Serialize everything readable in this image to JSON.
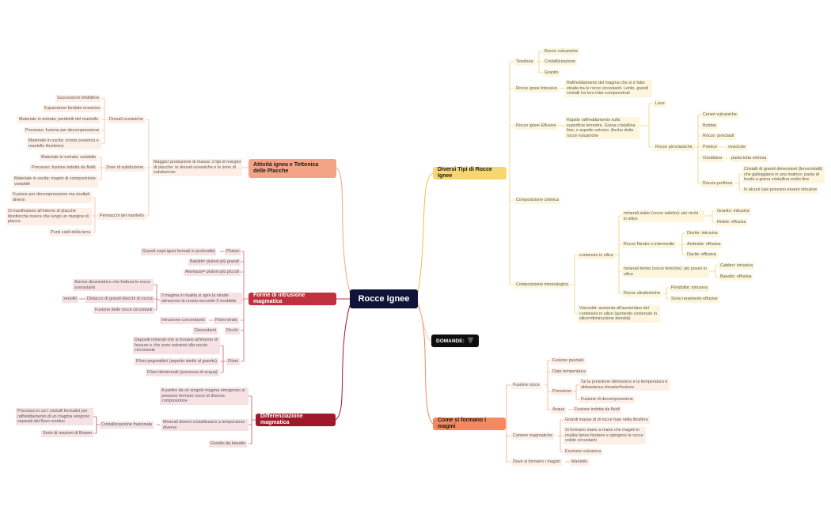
{
  "root": {
    "label": "Rocce Ignee"
  },
  "domande": {
    "label": "DOMANDE:",
    "icon": "list-icon"
  },
  "colors": {
    "root": "#0f1538",
    "yellow_main": "#f5d76e",
    "yellow_leaf": "#fdf6dc",
    "orange_main": "#f4895f",
    "orange_leaf": "#fdeee6",
    "salmon_main": "#f4a486",
    "red_main": "#c0303e",
    "red_leaf": "#f6e1e3",
    "darkred_main": "#9e1a2a",
    "yellow_line": "#e8c24a",
    "orange_line": "#f08a5d",
    "red_line": "#c0303e"
  },
  "branches": {
    "tipi": {
      "label": "Diversi Tipi di Rocce Ignee",
      "tessitura": "Tessitura",
      "rocce_vulcaniche": "Rocce vulcaniche",
      "cristallizzazione": "Cristallizzazione",
      "granito": "Granito",
      "intrusive": "Rocce ignee Intrusive",
      "intrusive_desc": "Raffreddamento del magma che si è fatto strada tra le rocce circostanti. Lento, grandi cristalli tra loro inter-compenetrati",
      "effusive": "Rocce ignee Effusive",
      "effusive_desc": "Rapido raffreddamento sulla superficie terrestre. Grana cristallina fine, o aspetto vetroso. Anche dette rocce vulcaniche",
      "lave": "Lave",
      "piroclastiche": "Rocce piroclastiche",
      "ceneri": "Ceneri vulcaniche",
      "bombe": "Bombe",
      "rocce_piroclasti": "Rocce: piroclasti",
      "pomice": "Pomice",
      "vescicole": "vescicole",
      "ossidiana": "Ossidiana",
      "pasta_vetrosa": "pasta tutta vetrosa",
      "porfirica": "Roccia porfirica",
      "porfirica_desc": "Cristalli di grandi dimensioni (fenocristalli) che galleggiano in una matrice: pasta di fondo a grana cristallina molto fine",
      "porfirica_note": "In alcuni casi possono essere intrusive",
      "chimica": "Composizione chimica",
      "mineralogica": "Composizione mineralogica",
      "contenuto_silice": "contenuto in silice",
      "sialici": "minerali sialici (rocce saliche): più ricchi in silice",
      "granito_intrusiva": "Granito: intrusiva",
      "riolite": "Riolite: effusiva",
      "neutre": "Rocce Neutre o intermedie",
      "diorite": "Diorite: intrusiva",
      "andesite": "Andesite: effusiva",
      "dacite": "Dacite: effusiva",
      "femici": "minerali femici (rocce femiche): più poveri in silice",
      "gabbro": "Gabbro: intrusiva",
      "basalto": "Basalto: effusiva",
      "ultrafemiche": "Rocce ultrafemiche",
      "peridotite": "Peridotite: intrusiva",
      "raramente": "Sono raramente effusive",
      "viscosita": "Viscosità: aumenta all'aumentare del contenuto in silice (aumento contenuto in silice=diminuzione densità)"
    },
    "formano": {
      "label": "Come si formano i magmi",
      "fusione_rocce": "Fusione rocce",
      "fusione_parziale": "Fusione parziale",
      "data_temperatura": "Data temperatura",
      "pressione": "Pressione",
      "pressione_desc": "Se la pressione diminuisce e la temperatura è abbastanza elevata=fusione",
      "fusione_decompressione": "Fusione di decompressione",
      "acqua": "Acqua",
      "fusione_fluidi": "Fusione indotta da fluidi",
      "camere": "Camere magmatiche",
      "camere_1": "Grandi masse di di rocce fuse nella litosfera",
      "camere_2": "Si formano mano a mano che magmi in risalita fanno fondere e spingono le rocce solide circostanti",
      "eruzione": "Eruzione vulcanica",
      "dove": "Dove si formano i magmi",
      "mantello": "Mantello"
    },
    "tettonica": {
      "label": "Attività ignea e Tettonica delle Placche",
      "produzione": "Maggior produzione di massa: 2 tipi di margini di placche: le dorsali oceaniche e le zone di subduzione",
      "dorsali": "Dorsali oceaniche",
      "successioni": "Successioni ofiolitifere",
      "espansione": "Espansione fondale oceanico",
      "materiale_entrata_dorsali": "Materiale in entrata: peridotiti del mantello",
      "processo_decompressione": "Processo: fusione per decompressione",
      "materiale_uscita_dorsali": "Materiale in uscita: crosta oceanica e mantello litosferico",
      "subduzione": "Zone di subduzione",
      "materiale_entrata_sub": "Materiale in entrata: variabile",
      "processo_fluidi": "Processo: fusione indotta da fluidi",
      "materiale_uscita_sub": "Materiale in uscita: magmi di composizione variabile",
      "pennacchi": "Pennacchi del mantello",
      "pennacchi_1": "Fusione per decompressione ma risultati diversi",
      "pennacchi_2": "Si manifestano all'interno di placche litosferiche invece che lungo un margine di placca",
      "punti_caldi": "Punti caldi della terra"
    },
    "intrusione": {
      "label": "Forme di intrusione magmatica",
      "plutoni": "Plutoni",
      "plutoni_desc": "Grandi corpi ignei formati in profondità",
      "batoliti": "Batoliti= plutoni più grandi",
      "ammassi": "Ammassi= plutoni più piccoli",
      "risalita": "Il magma in risalita si apre la strade attraverso la crosta secondo 3 modalità",
      "azione": "Azione divaricatrice che frattura le rocce sovrastanti",
      "distacco": "Distacco di grandi blocchi di roccia",
      "xenoliti": "xenoliti",
      "fusione_circostanti": "Fusione delle rocce circostanti",
      "filoni_strato": "Filoni-strato",
      "intrusione_concordante": "Intrusione concordante",
      "dicchi": "Dicchi",
      "discordanti": "Discordanti",
      "filoni": "Filoni",
      "depositi": "Depositi minerali che si trovano all'interno di fessure e che sono estranei alla roccia circostante",
      "pegmatitici": "Filoni pegmatitici (aspetto simile al granito)",
      "idrotermali": "Filoni idrotermali (presenza di acqua)"
    },
    "differenziazione": {
      "label": "Differenziazione magmatica",
      "partire": "A partire da un singolo magma omogeneo si possono formare rocce di diversa composizione",
      "minerali_diversi": "Minerali diversi cristallizzano a temperature diverse",
      "cristallizzazione": "Cristallizzazione frazionata",
      "processo_frazionata": "Processo in cui i cristalli formatisi per raffreddamento di un magma vengono separati dal fluso residuo",
      "bowen": "Serie di reazioni di Bowen",
      "granito_basalto": "Granito da basalto"
    }
  }
}
